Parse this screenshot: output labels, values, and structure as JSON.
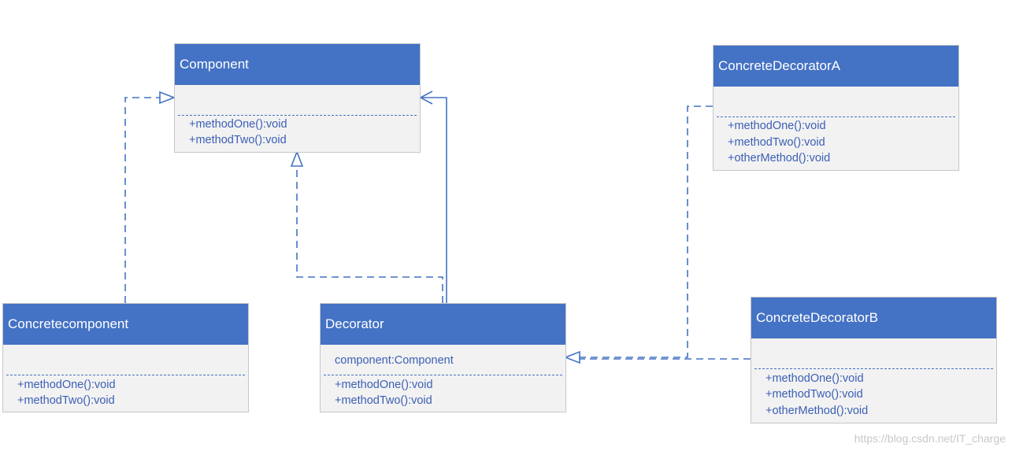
{
  "classes": {
    "component": {
      "name": "Component",
      "methods": [
        "+methodOne():void",
        "+methodTwo():void"
      ]
    },
    "concrete_component": {
      "name": "Concretecomponent",
      "methods": [
        "+methodOne():void",
        "+methodTwo():void"
      ]
    },
    "decorator": {
      "name": "Decorator",
      "attributes": [
        "component:Component"
      ],
      "methods": [
        "+methodOne():void",
        "+methodTwo():void"
      ]
    },
    "concrete_decorator_a": {
      "name": "ConcreteDecoratorA",
      "methods": [
        "+methodOne():void",
        "+methodTwo():void",
        "+otherMethod():void"
      ]
    },
    "concrete_decorator_b": {
      "name": "ConcreteDecoratorB",
      "methods": [
        "+methodOne():void",
        "+methodTwo():void",
        "+otherMethod():void"
      ]
    }
  },
  "watermark": "https://blog.csdn.net/IT_charge",
  "colors": {
    "header": "#4472c4",
    "body": "#f2f2f2",
    "border": "#c6c6c6",
    "text": "#3b5fb5",
    "connector": "#4472c4"
  }
}
